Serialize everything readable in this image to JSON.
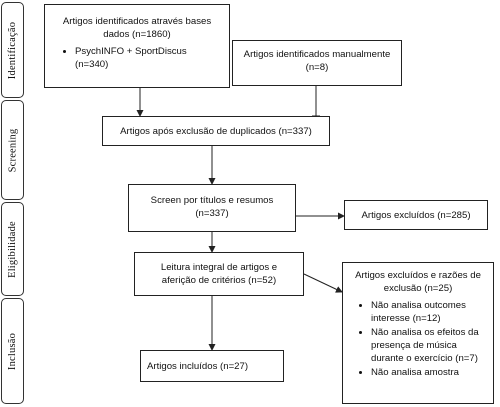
{
  "stages": {
    "identification": "Identificação",
    "screening": "Screening",
    "eligibility": "Eligibilidade",
    "inclusion": "Inclusão"
  },
  "boxes": {
    "identified_db": {
      "text": "Artigos identificados através bases dados (n=1860)",
      "bullets": [
        "PsychINFO + SportDiscus (n=340)"
      ]
    },
    "identified_manual": {
      "text": "Artigos identificados manualmente (n=8)"
    },
    "after_duplicates": {
      "text": "Artigos após exclusão de duplicados (n=337)"
    },
    "screen": {
      "text": "Screen por títulos e resumos (n=337)"
    },
    "excluded_screen": {
      "text": "Artigos excluídos (n=285)"
    },
    "full_read": {
      "text": "Leitura integral de artigos e aferição de critérios (n=52)"
    },
    "excluded_full": {
      "text": "Artigos excluídos e razões de exclusão (n=25)",
      "bullets": [
        "Não analisa outcomes interesse (n=12)",
        "Não analisa os efeitos da presença de música durante o exercício (n=7)",
        "Não analisa amostra"
      ]
    },
    "included": {
      "text": "Artigos incluídos (n=27)"
    }
  }
}
